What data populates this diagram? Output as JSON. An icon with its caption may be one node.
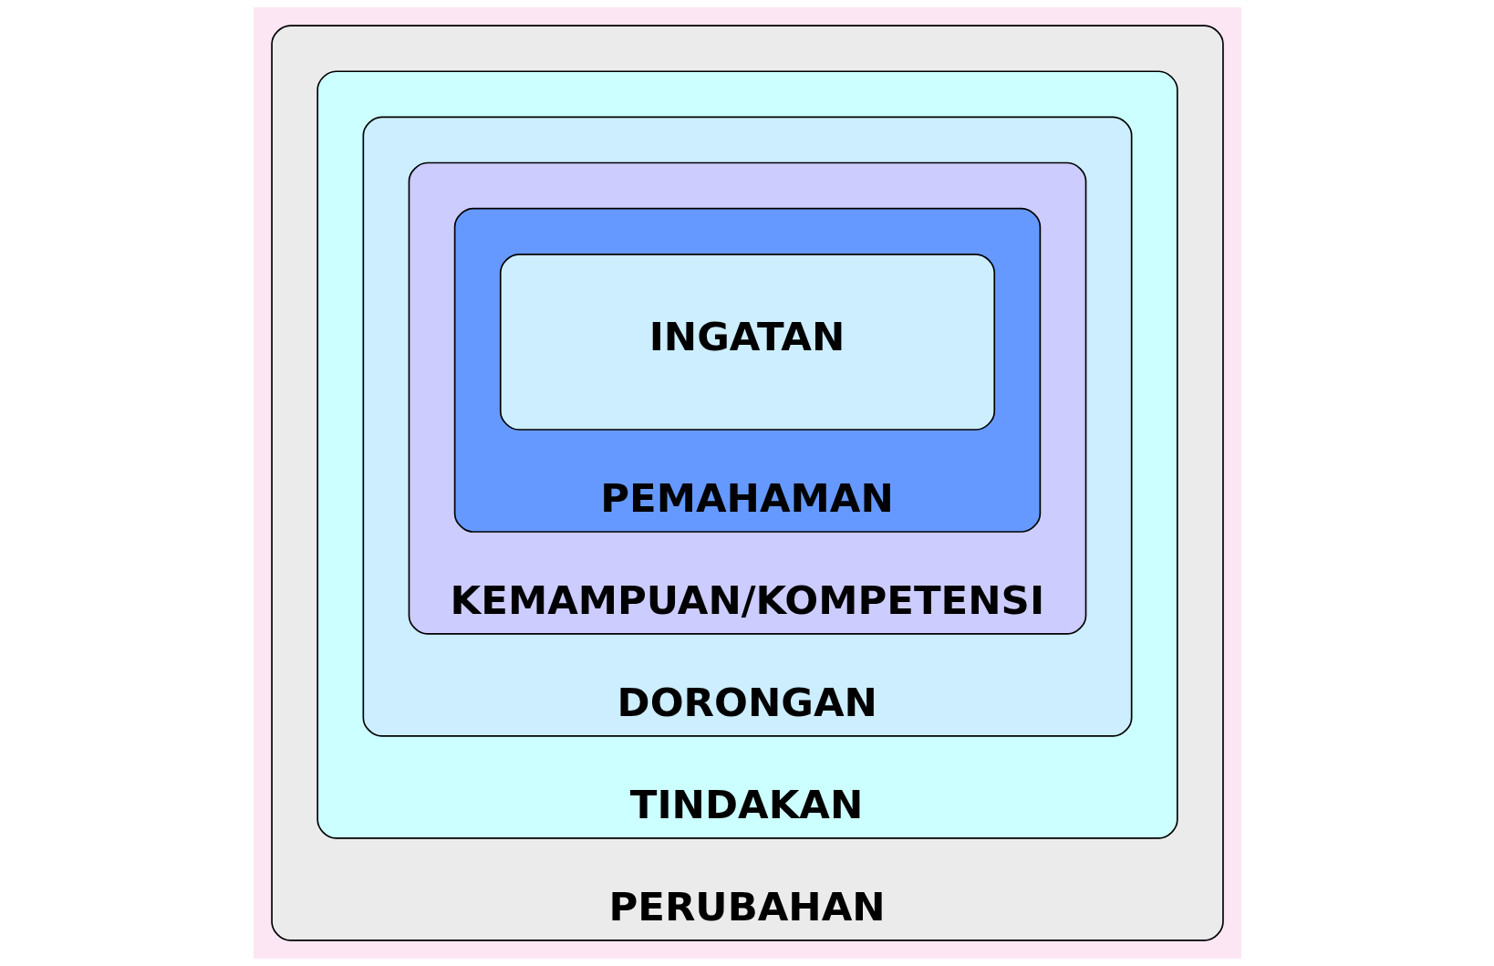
{
  "diagram": {
    "nodes": [
      {
        "text": [
          "PERUBAHAN"
        ]
      },
      {
        "text": [
          "TINDAKAN"
        ],
        "in": 0
      },
      {
        "text": [
          "DORONGAN"
        ],
        "in": 1
      },
      {
        "text": [
          "KEMAMPUAN/KOMPETENSI"
        ],
        "in": 2
      },
      {
        "text": [
          "PEMAHAMAN"
        ],
        "in": 3
      },
      {
        "text": [
          "INGATAN"
        ],
        "in": 4
      }
    ]
  }
}
